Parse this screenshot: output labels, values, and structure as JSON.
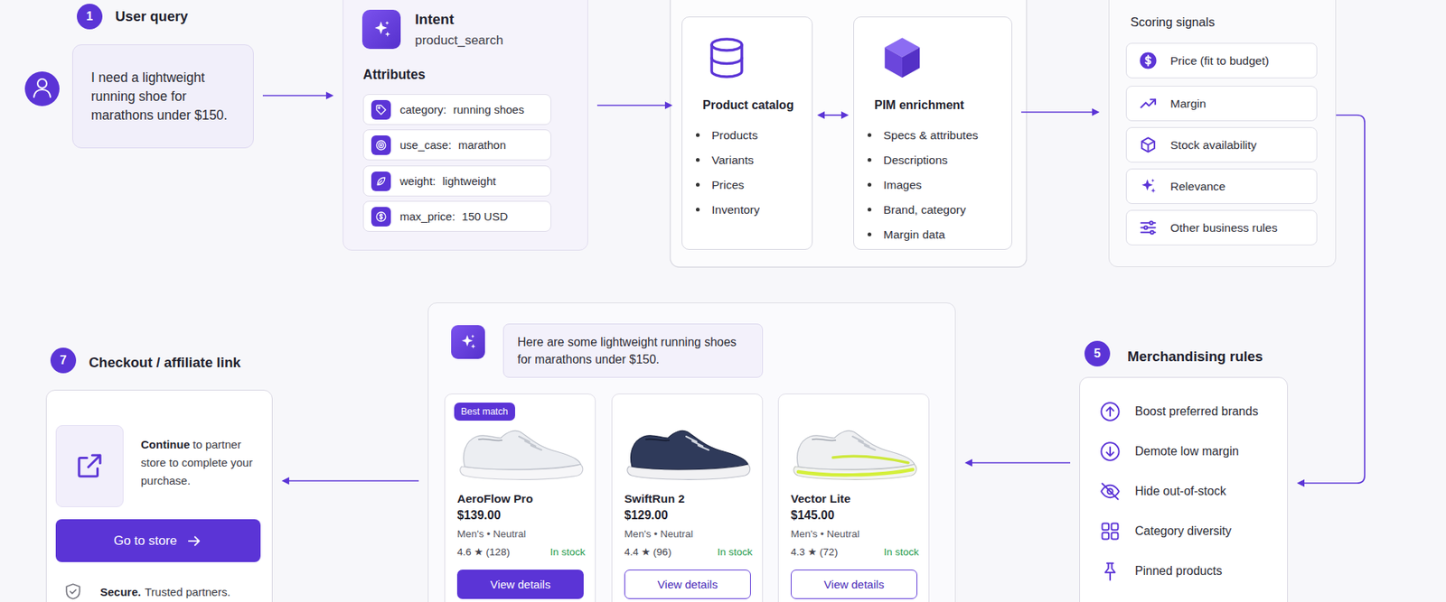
{
  "diagram": {
    "nodes": [
      {
        "text": [
          "I need a lightweight running shoe for marathons under $150."
        ]
      },
      {
        "text": [
          "Intent",
          "product_search",
          "Attributes"
        ]
      },
      {
        "text": [
          "category:",
          "running shoes"
        ],
        "in": 1
      },
      {
        "text": [
          "use_case:",
          "marathon"
        ],
        "in": 1
      },
      {
        "text": [
          "weight:",
          "lightweight"
        ],
        "in": 1
      },
      {
        "text": [
          "max_price:",
          "150 USD"
        ],
        "in": 1
      },
      {
        "text": [
          "Product catalog",
          "Products",
          "Variants",
          "Prices",
          "Inventory"
        ]
      },
      {
        "text": [
          "PIM enrichment",
          "Specs & attributes",
          "Descriptions",
          "Images",
          "Brand, category",
          "Margin data"
        ]
      },
      {
        "text": [
          "Scoring signals"
        ]
      },
      {
        "text": [
          "Price (fit to budget)"
        ],
        "in": 8
      },
      {
        "text": [
          "Margin"
        ],
        "in": 8
      },
      {
        "text": [
          "Stock availability"
        ],
        "in": 8
      },
      {
        "text": [
          "Relevance"
        ],
        "in": 8
      },
      {
        "text": [
          "Other business rules"
        ],
        "in": 8
      },
      {
        "text": [
          "Boost preferred brands",
          "Demote low margin",
          "Hide out-of-stock",
          "Category diversity",
          "Pinned products"
        ]
      },
      {
        "text": [
          "Here are some lightweight running shoes for marathons under $150."
        ]
      },
      {
        "text": [
          "Best match",
          "AeroFlow Pro",
          "$139.00",
          "Men's • Neutral",
          "4.6 ★ (128)",
          "In stock",
          "View details"
        ],
        "in": 15
      },
      {
        "text": [
          "SwiftRun 2",
          "$129.00",
          "Men's • Neutral",
          "4.4 ★ (96)",
          "In stock",
          "View details"
        ],
        "in": 15
      },
      {
        "text": [
          "Vector Lite",
          "$145.00",
          "Men's • Neutral",
          "4.3 ★ (72)",
          "In stock",
          "View details"
        ],
        "in": 15
      },
      {
        "text": [
          "Continue",
          "to partner store to complete your purchase.",
          "Go to store",
          "Secure.",
          "Trusted partners."
        ]
      }
    ],
    "edges": [
      {
        "from": 0,
        "to": 1,
        "arrow": "to"
      },
      {
        "from": 1,
        "to": 6,
        "arrow": "to"
      },
      {
        "from": 6,
        "to": 7,
        "arrow": "both"
      },
      {
        "from": 7,
        "to": 8,
        "arrow": "to"
      },
      {
        "from": 8,
        "to": 14,
        "arrow": "to"
      },
      {
        "from": 14,
        "to": 15,
        "arrow": "to"
      },
      {
        "from": 15,
        "to": 19,
        "arrow": "to"
      }
    ],
    "labels": [
      "1",
      "User query",
      "5",
      "Merchandising rules",
      "7",
      "Checkout / affiliate link"
    ]
  }
}
